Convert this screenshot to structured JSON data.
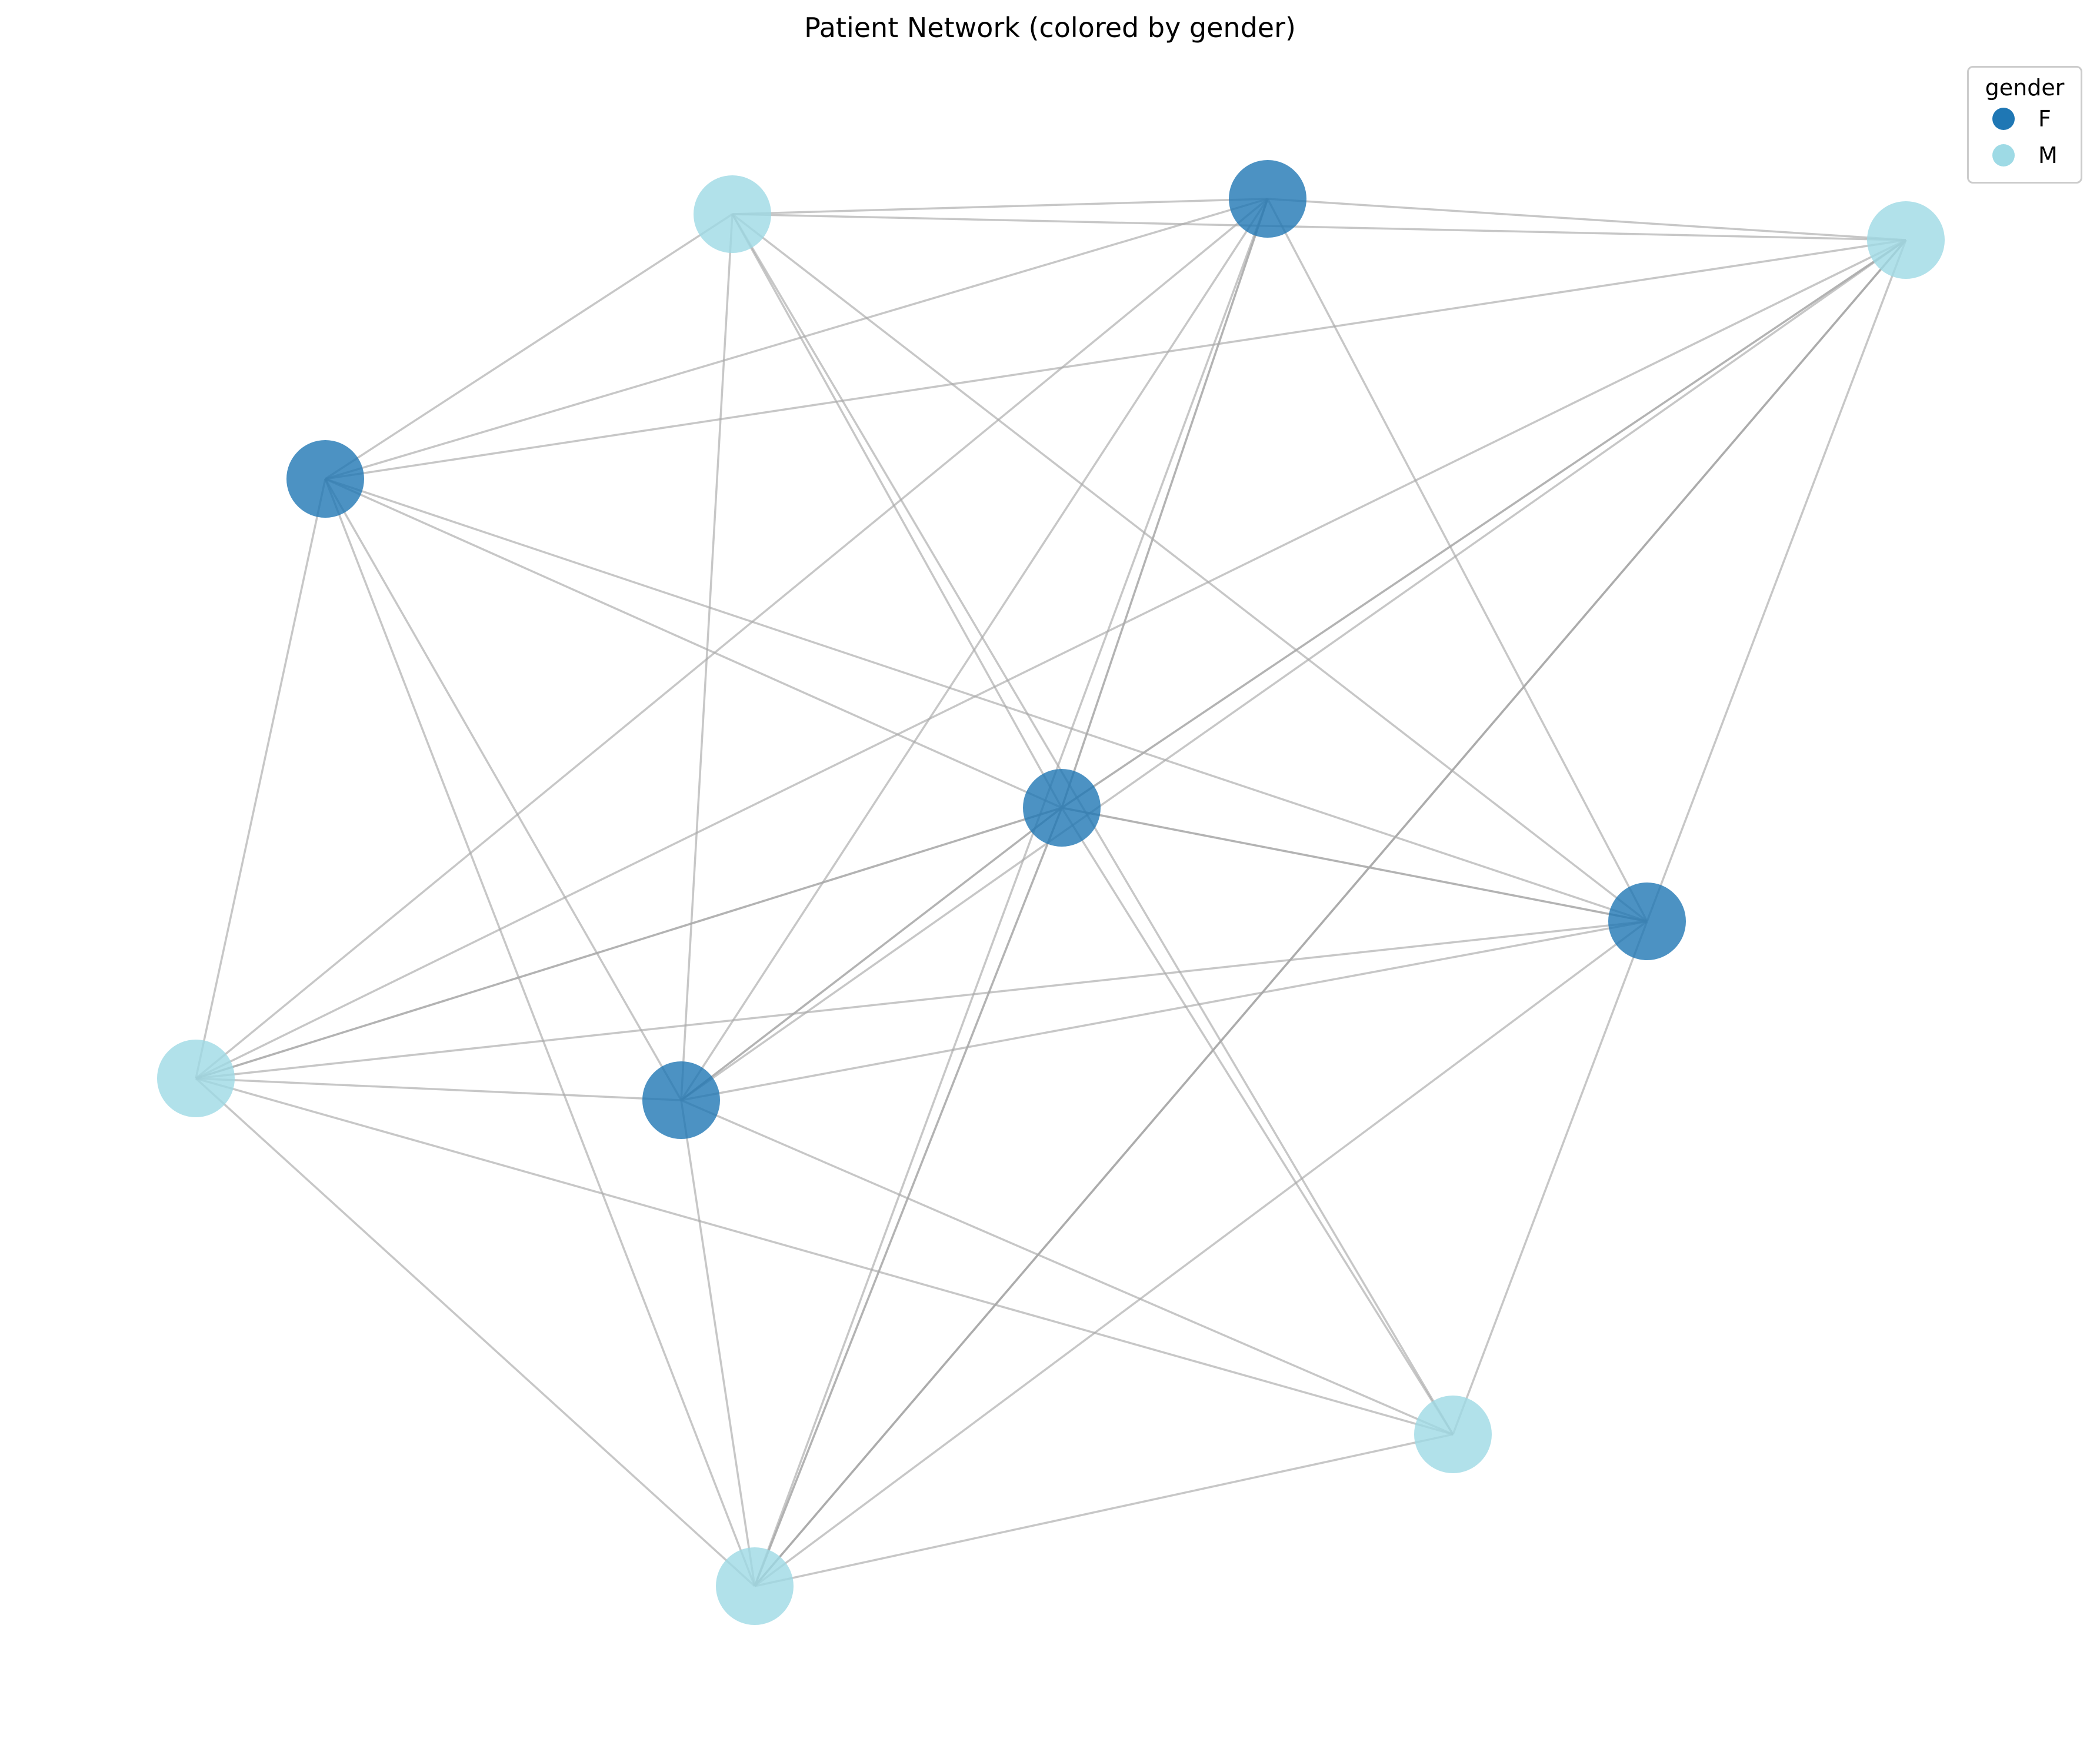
{
  "title": "Patient Network (colored by gender)",
  "legend": {
    "title": "gender",
    "items": [
      {
        "label": "F",
        "color": "#1f77b4"
      },
      {
        "label": "M",
        "color": "#9edae5"
      }
    ]
  },
  "colors": {
    "F": "#1f77b4",
    "M": "#9edae5",
    "edge": "#a9a9a9"
  },
  "graph": {
    "nodes": [
      {
        "id": 0,
        "gender": "M"
      },
      {
        "id": 1,
        "gender": "F"
      },
      {
        "id": 2,
        "gender": "M"
      },
      {
        "id": 3,
        "gender": "F"
      },
      {
        "id": 4,
        "gender": "F"
      },
      {
        "id": 5,
        "gender": "F"
      },
      {
        "id": 6,
        "gender": "M"
      },
      {
        "id": 7,
        "gender": "F"
      },
      {
        "id": 8,
        "gender": "M"
      },
      {
        "id": 9,
        "gender": "M"
      }
    ],
    "edges": [
      [
        0,
        1
      ],
      [
        0,
        2
      ],
      [
        0,
        3
      ],
      [
        0,
        7
      ],
      [
        0,
        4
      ],
      [
        0,
        5
      ],
      [
        0,
        9
      ],
      [
        1,
        2
      ],
      [
        1,
        3
      ],
      [
        1,
        6
      ],
      [
        1,
        7
      ],
      [
        1,
        4
      ],
      [
        1,
        4
      ],
      [
        1,
        5
      ],
      [
        1,
        8
      ],
      [
        2,
        3
      ],
      [
        2,
        6
      ],
      [
        2,
        7
      ],
      [
        2,
        4
      ],
      [
        2,
        4
      ],
      [
        2,
        5
      ],
      [
        2,
        8
      ],
      [
        2,
        8
      ],
      [
        2,
        8
      ],
      [
        3,
        6
      ],
      [
        3,
        7
      ],
      [
        3,
        4
      ],
      [
        3,
        5
      ],
      [
        3,
        8
      ],
      [
        4,
        5
      ],
      [
        4,
        6
      ],
      [
        4,
        7
      ],
      [
        4,
        7
      ],
      [
        4,
        9
      ],
      [
        4,
        8
      ],
      [
        4,
        8
      ],
      [
        4,
        5
      ],
      [
        6,
        7
      ],
      [
        6,
        4
      ],
      [
        6,
        8
      ],
      [
        6,
        5
      ],
      [
        6,
        9
      ],
      [
        7,
        5
      ],
      [
        7,
        9
      ],
      [
        7,
        8
      ],
      [
        5,
        8
      ],
      [
        5,
        9
      ],
      [
        9,
        8
      ]
    ]
  }
}
